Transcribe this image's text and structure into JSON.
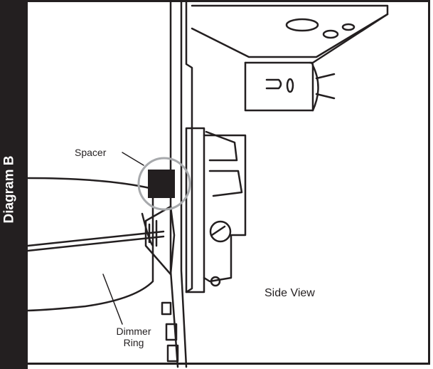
{
  "diagram": {
    "title": "Diagram B",
    "labels": {
      "spacer": "Spacer",
      "side_view": "Side View",
      "dimmer_ring_line1": "Dimmer",
      "dimmer_ring_line2": "Ring"
    },
    "colors": {
      "ink": "#231f20",
      "background": "#ffffff",
      "highlight_circle": "#a7a9ac",
      "title_text": "#ffffff"
    }
  }
}
